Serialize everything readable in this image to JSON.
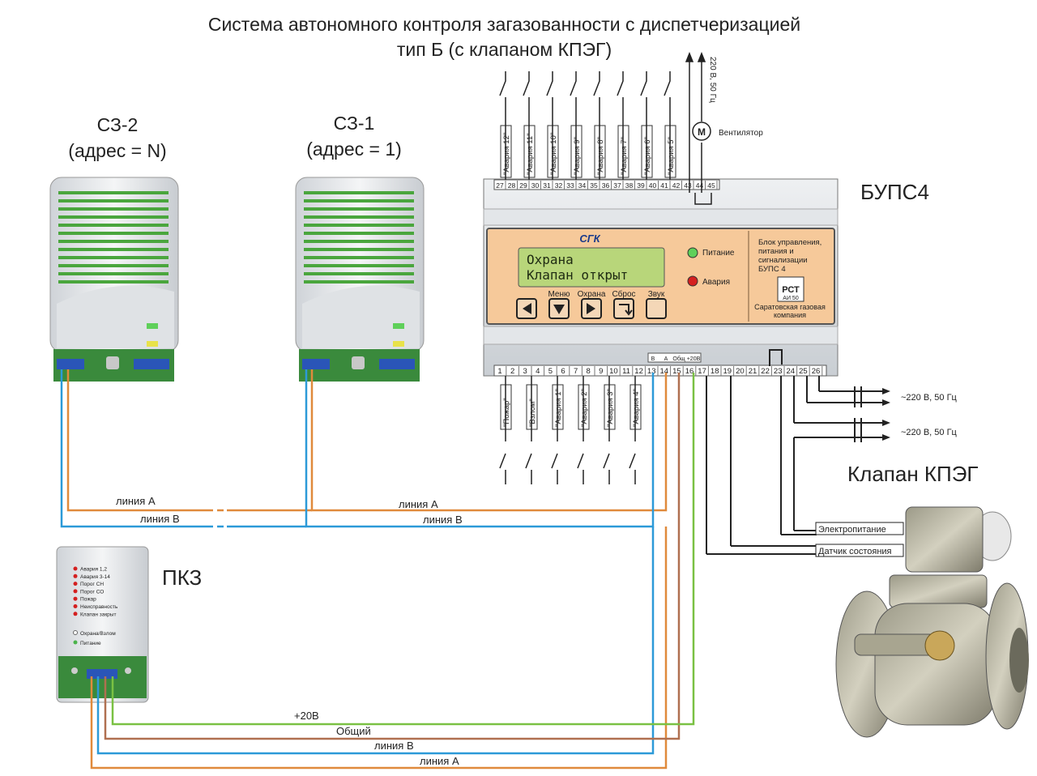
{
  "title_line1": "Система автономного контроля загазованности с диспетчеризацией",
  "title_line2": "тип Б (с клапаном КПЭГ)",
  "sensors": [
    {
      "name": "СЗ-2",
      "address": "(адрес = N)"
    },
    {
      "name": "СЗ-1",
      "address": "(адрес = 1)"
    }
  ],
  "bups": {
    "name": "БУПС4",
    "brand": "СГК",
    "lcd_line1": "Охрана",
    "lcd_line2": "Клапан открыт",
    "led_power": "Питание",
    "led_alarm": "Авария",
    "buttons": [
      "Меню",
      "Охрана",
      "Сброс",
      "Звук"
    ],
    "info_text": [
      "Блок управления,",
      "питания и",
      "сигнализации",
      "БУПС 4"
    ],
    "cert_mark": "РСТ",
    "cert_code": "АИ 50",
    "company": [
      "Саратовская газовая",
      "компания"
    ],
    "top_terminals": [
      "27",
      "28",
      "29",
      "30",
      "31",
      "32",
      "33",
      "34",
      "35",
      "36",
      "37",
      "38",
      "39",
      "40",
      "41",
      "42",
      "43",
      "44",
      "45"
    ],
    "bottom_terminals": [
      "1",
      "2",
      "3",
      "4",
      "5",
      "6",
      "7",
      "8",
      "9",
      "10",
      "11",
      "12",
      "13",
      "14",
      "15",
      "16",
      "17",
      "18",
      "19",
      "20",
      "21",
      "22",
      "23",
      "24",
      "25",
      "26"
    ],
    "bus_labels": [
      "B",
      "A",
      "Общ",
      "+20В"
    ],
    "top_inputs": [
      "\"Авария 12\"",
      "\"Авария 11\"",
      "\"Авария 10\"",
      "\"Авария 9\"",
      "\"Авария 8\"",
      "\"Авария 7\"",
      "\"Авария 6\"",
      "\"Авария 5\""
    ],
    "bottom_inputs": [
      "\"Пожар\"",
      "\"Взлом\"",
      "\"Авария 1\"",
      "\"Авария 2\"",
      "\"Авария 3\"",
      "\"Авария 4\""
    ]
  },
  "power_top": "220 В, 50 Гц",
  "fan_label": "Вентилятор",
  "fan_symbol": "M",
  "power_out1": "~220 В, 50 Гц",
  "power_out2": "~220 В, 50 Гц",
  "valve": {
    "name": "Клапан КПЭГ",
    "power_label": "Электропитание",
    "sensor_label": "Датчик состояния"
  },
  "pkz": {
    "name": "ПКЗ",
    "indicators": [
      "Авария 1,2",
      "Авария 3-14",
      "Порог СН",
      "Порог СО",
      "Пожар",
      "Неисправность",
      "Клапан закрыт"
    ],
    "indicator_colors": [
      "#d42020",
      "#d42020",
      "#d42020",
      "#d42020",
      "#d42020",
      "#d42020",
      "#d42020"
    ],
    "guard_label": "Охрана/Взлом",
    "power_label": "Питание"
  },
  "lines": {
    "line_a": "линия А",
    "line_b": "линия В",
    "plus20": "+20В",
    "common": "Общий"
  },
  "colors": {
    "line_a": "#e08a3c",
    "line_b": "#2c9ad8",
    "plus20": "#7ac143",
    "common": "#b07050",
    "panel": "#f6c99a"
  }
}
